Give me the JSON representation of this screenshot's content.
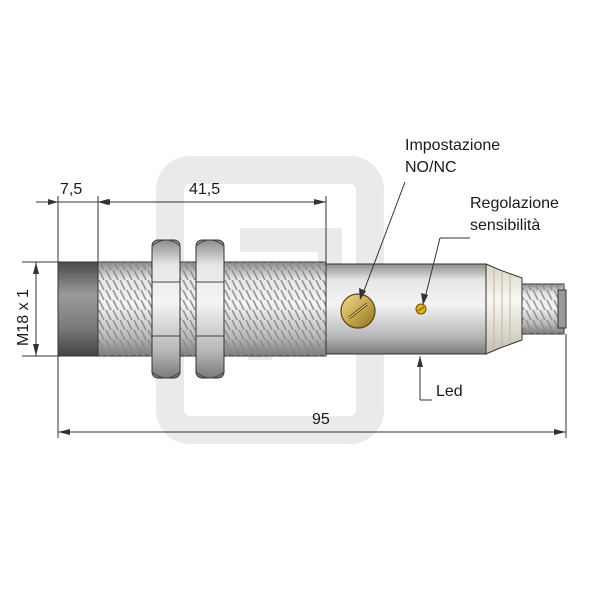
{
  "dimensions": {
    "face_length": "7,5",
    "thread_length": "41,5",
    "total_length": "95",
    "diameter": "M18 x 1"
  },
  "callouts": {
    "no_nc_line1": "Impostazione",
    "no_nc_line2": "NO/NC",
    "sensitivity_line1": "Regolazione",
    "sensitivity_line2": "sensibilità",
    "led": "Led"
  },
  "colors": {
    "line": "#333333",
    "body_metal": "#c8c8c8",
    "face": "#777777",
    "screw": "#c9a94e",
    "led": "#e0b020"
  },
  "icons": {
    "watermark": "logo-watermark-icon"
  }
}
